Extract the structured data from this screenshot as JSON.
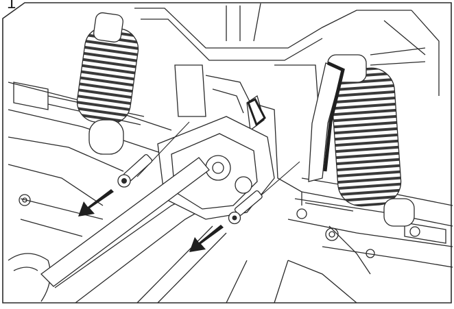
{
  "step": {
    "number": "1"
  },
  "figure": {
    "subject": "rc-car-rear-suspension-assembly",
    "line_color": "#2a2a2a",
    "arrow_color": "#1a1a1a",
    "screws": [
      {
        "name": "left-mounting-screw",
        "direction": "out"
      },
      {
        "name": "right-mounting-screw",
        "direction": "out"
      }
    ]
  }
}
